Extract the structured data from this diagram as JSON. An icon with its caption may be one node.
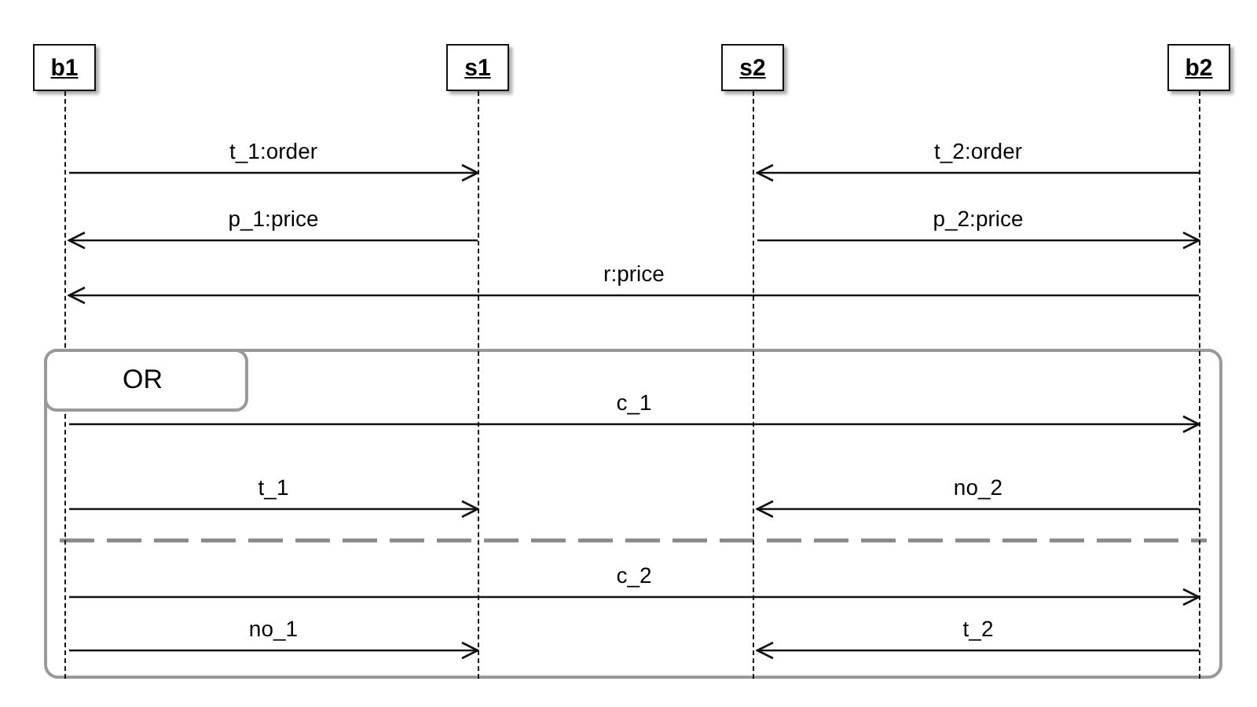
{
  "diagram": {
    "nodes": [
      {
        "text": [
          "b1"
        ]
      },
      {
        "text": [
          "s1"
        ]
      },
      {
        "text": [
          "s2"
        ]
      },
      {
        "text": [
          "b2"
        ]
      },
      {
        "text": [],
        "shape": "line"
      },
      {
        "text": [],
        "shape": "line"
      },
      {
        "text": [],
        "shape": "line"
      },
      {
        "text": [],
        "shape": "line"
      },
      {
        "text": [
          "OR"
        ]
      }
    ],
    "edges": [
      {
        "from": 4,
        "to": 5,
        "arrow": "to",
        "label": "t_1:order"
      },
      {
        "from": 7,
        "to": 6,
        "arrow": "to",
        "label": "t_2:order"
      },
      {
        "from": 5,
        "to": 4,
        "arrow": "to",
        "label": "p_1:price"
      },
      {
        "from": 6,
        "to": 7,
        "arrow": "to",
        "label": "p_2:price"
      },
      {
        "from": 7,
        "to": 4,
        "arrow": "to",
        "label": "r:price"
      },
      {
        "from": 4,
        "to": 7,
        "arrow": "to",
        "label": "c_1"
      },
      {
        "from": 4,
        "to": 5,
        "arrow": "to",
        "label": "t_1"
      },
      {
        "from": 7,
        "to": 6,
        "arrow": "to",
        "label": "no_2"
      },
      {
        "from": 4,
        "to": 7,
        "arrow": "to",
        "label": "c_2"
      },
      {
        "from": 4,
        "to": 5,
        "arrow": "to",
        "label": "no_1"
      },
      {
        "from": 7,
        "to": 6,
        "arrow": "to",
        "label": "t_2"
      }
    ]
  }
}
